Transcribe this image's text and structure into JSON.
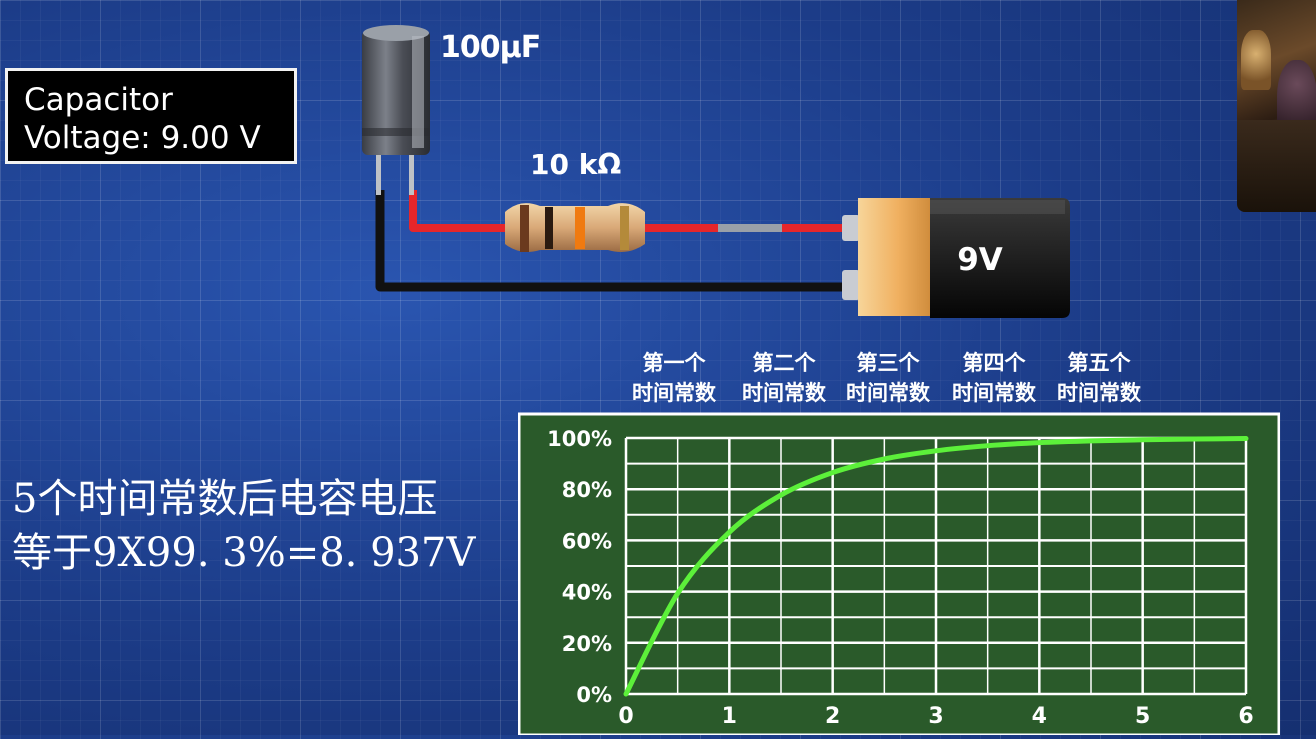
{
  "readout": {
    "line1": "Capacitor",
    "line2": "Voltage: 9.00 V"
  },
  "circuit": {
    "capacitor_label": "100μF",
    "resistor_label": "10 kΩ",
    "battery_label": "9V"
  },
  "time_constants": [
    {
      "line1": "第一个",
      "line2": "时间常数"
    },
    {
      "line1": "第二个",
      "line2": "时间常数"
    },
    {
      "line1": "第三个",
      "line2": "时间常数"
    },
    {
      "line1": "第四个",
      "line2": "时间常数"
    },
    {
      "line1": "第五个",
      "line2": "时间常数"
    }
  ],
  "formula": {
    "line1": "5个时间常数后电容电压",
    "line2": "等于9X99. 3%=8. 937V"
  },
  "chart_data": {
    "type": "line",
    "x_ticks": [
      "0",
      "1",
      "2",
      "3",
      "4",
      "5",
      "6"
    ],
    "y_ticks": [
      "0%",
      "20%",
      "40%",
      "60%",
      "80%",
      "100%"
    ],
    "xlim": [
      0,
      6
    ],
    "ylim": [
      0,
      100
    ],
    "grid": true,
    "series": [
      {
        "color": "#5cf03a",
        "x": [
          0,
          0.5,
          1,
          1.5,
          2,
          2.5,
          3,
          3.5,
          4,
          4.5,
          5,
          5.5,
          6
        ],
        "y": [
          0,
          39.3,
          63.2,
          77.7,
          86.5,
          91.8,
          95.0,
          97.0,
          98.2,
          98.9,
          99.3,
          99.6,
          99.8
        ]
      }
    ],
    "colors": {
      "plot_bg": "#2a5a2a",
      "frame": "#ffffff",
      "grid": "#ffffff"
    }
  }
}
